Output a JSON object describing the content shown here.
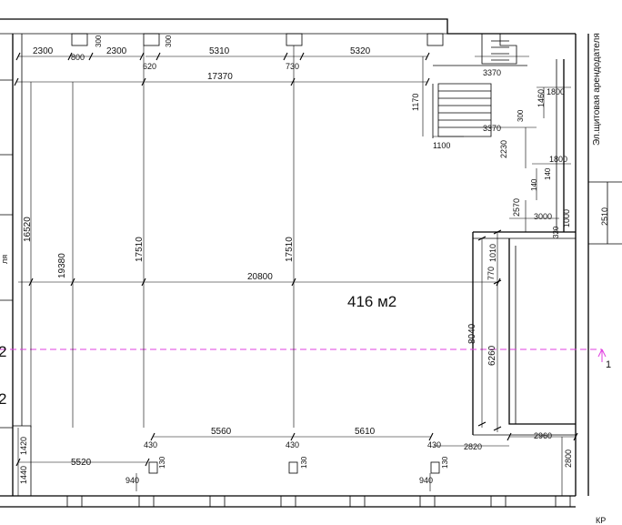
{
  "area": {
    "label": "416 м2",
    "color": "#d11a1a"
  },
  "section_marks": {
    "right": "1",
    "left_top": "2",
    "left_bottom": "2",
    "color": "#e040e0",
    "left_color": "#d11a1a"
  },
  "vertical_text": {
    "room": "Эл.щитовая арендодателя",
    "left_edge": "ля"
  },
  "corner_label": "КР",
  "dimensions": {
    "d2300a": "2300",
    "d800": "800",
    "d2300b": "2300",
    "d300a": "300",
    "d300b": "300",
    "d5310": "5310",
    "d5320": "5320",
    "d620": "620",
    "d730": "730",
    "d17370": "17370",
    "d3370a": "3370",
    "d3370b": "3370",
    "d1170": "1170",
    "d1100": "1100",
    "d1800a": "1800",
    "d1460": "1460",
    "d300c": "300",
    "d2230": "2230",
    "d1800b": "1800",
    "d140a": "140",
    "d140b": "140",
    "d2570": "2570",
    "d3000": "3000",
    "d1000": "1000",
    "d320": "320",
    "d2510": "2510",
    "d16520": "16520",
    "d19380": "19380",
    "d17510a": "17510",
    "d17510b": "17510",
    "d20800": "20800",
    "d1010": "1010",
    "d770": "770",
    "d8040": "8040",
    "d6260": "6260",
    "d5560": "5560",
    "d5610": "5610",
    "d430a": "430",
    "d430b": "430",
    "d430c": "430",
    "d130a": "130",
    "d130b": "130",
    "d130c": "130",
    "d5520": "5520",
    "d2820": "2820",
    "d2960": "2960",
    "d2800": "2800",
    "d1420": "1420",
    "d1440": "1440",
    "d940a": "940",
    "d940b": "940"
  }
}
